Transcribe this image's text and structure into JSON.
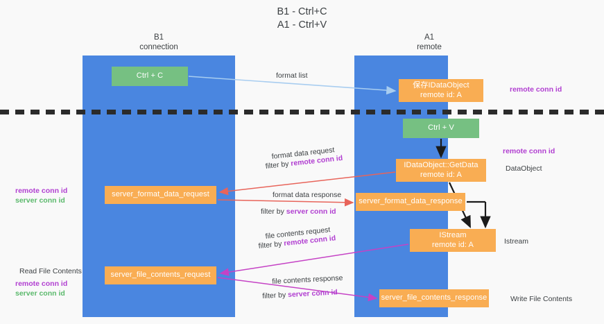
{
  "title": "B1 - Ctrl+C\nA1 - Ctrl+V",
  "columns": {
    "left": {
      "name": "B1",
      "role": "connection",
      "header": "B1\nconnection"
    },
    "right": {
      "name": "A1",
      "role": "remote",
      "header": "A1\nremote"
    }
  },
  "nodes": {
    "ctrl_c": {
      "label": "Ctrl + C",
      "color": "#76c082"
    },
    "ctrl_v": {
      "label": "Ctrl + V",
      "color": "#76c082"
    },
    "idataobject": {
      "label": "保存IDataObject\nremote id: A",
      "color": "#f9ad53"
    },
    "getdata": {
      "label": "IDataObject::GetData\nremote id: A",
      "color": "#f9ad53"
    },
    "istream": {
      "label": "IStream\nremote id: A",
      "color": "#f9ad53"
    },
    "server_format_data_request": {
      "label": "server_format_data_request",
      "color": "#f9ad53"
    },
    "server_format_data_response": {
      "label": "server_format_data_response",
      "color": "#f9ad53"
    },
    "server_file_contents_request": {
      "label": "server_file_contents_request",
      "color": "#f9ad53"
    },
    "server_file_contents_response": {
      "label": "server_file_contents_response",
      "color": "#f9ad53"
    }
  },
  "edge_labels": {
    "format_list": "format list",
    "format_data_request": "format data request",
    "filter_by_prefix": "filter by ",
    "remote_conn_id": "remote conn id",
    "server_conn_id": "server conn id",
    "format_data_response": "format data response",
    "file_contents_request": "file contents request",
    "file_contents_response": "file contents response"
  },
  "side_labels": {
    "remote_conn_id_top": "remote conn id",
    "remote_conn_id_mid": "remote conn id",
    "dataobject": "DataObject",
    "istream": "Istream",
    "write_file_contents": "Write File Contents",
    "read_file_contents": "Read File Contents"
  },
  "legend": {
    "remote_conn_id": "remote conn id",
    "server_conn_id": "server conn id"
  },
  "colors": {
    "panel_blue": "#4a86e0",
    "node_green": "#76c082",
    "node_orange": "#f9ad53",
    "accent_purple": "#b13fd1",
    "accent_green": "#5bb96c",
    "arrow_red": "#e8645a",
    "arrow_lightblue": "#a8cdf0",
    "arrow_black": "#1b1b1b",
    "arrow_magenta": "#c542c5",
    "background": "#f9f9f9"
  }
}
